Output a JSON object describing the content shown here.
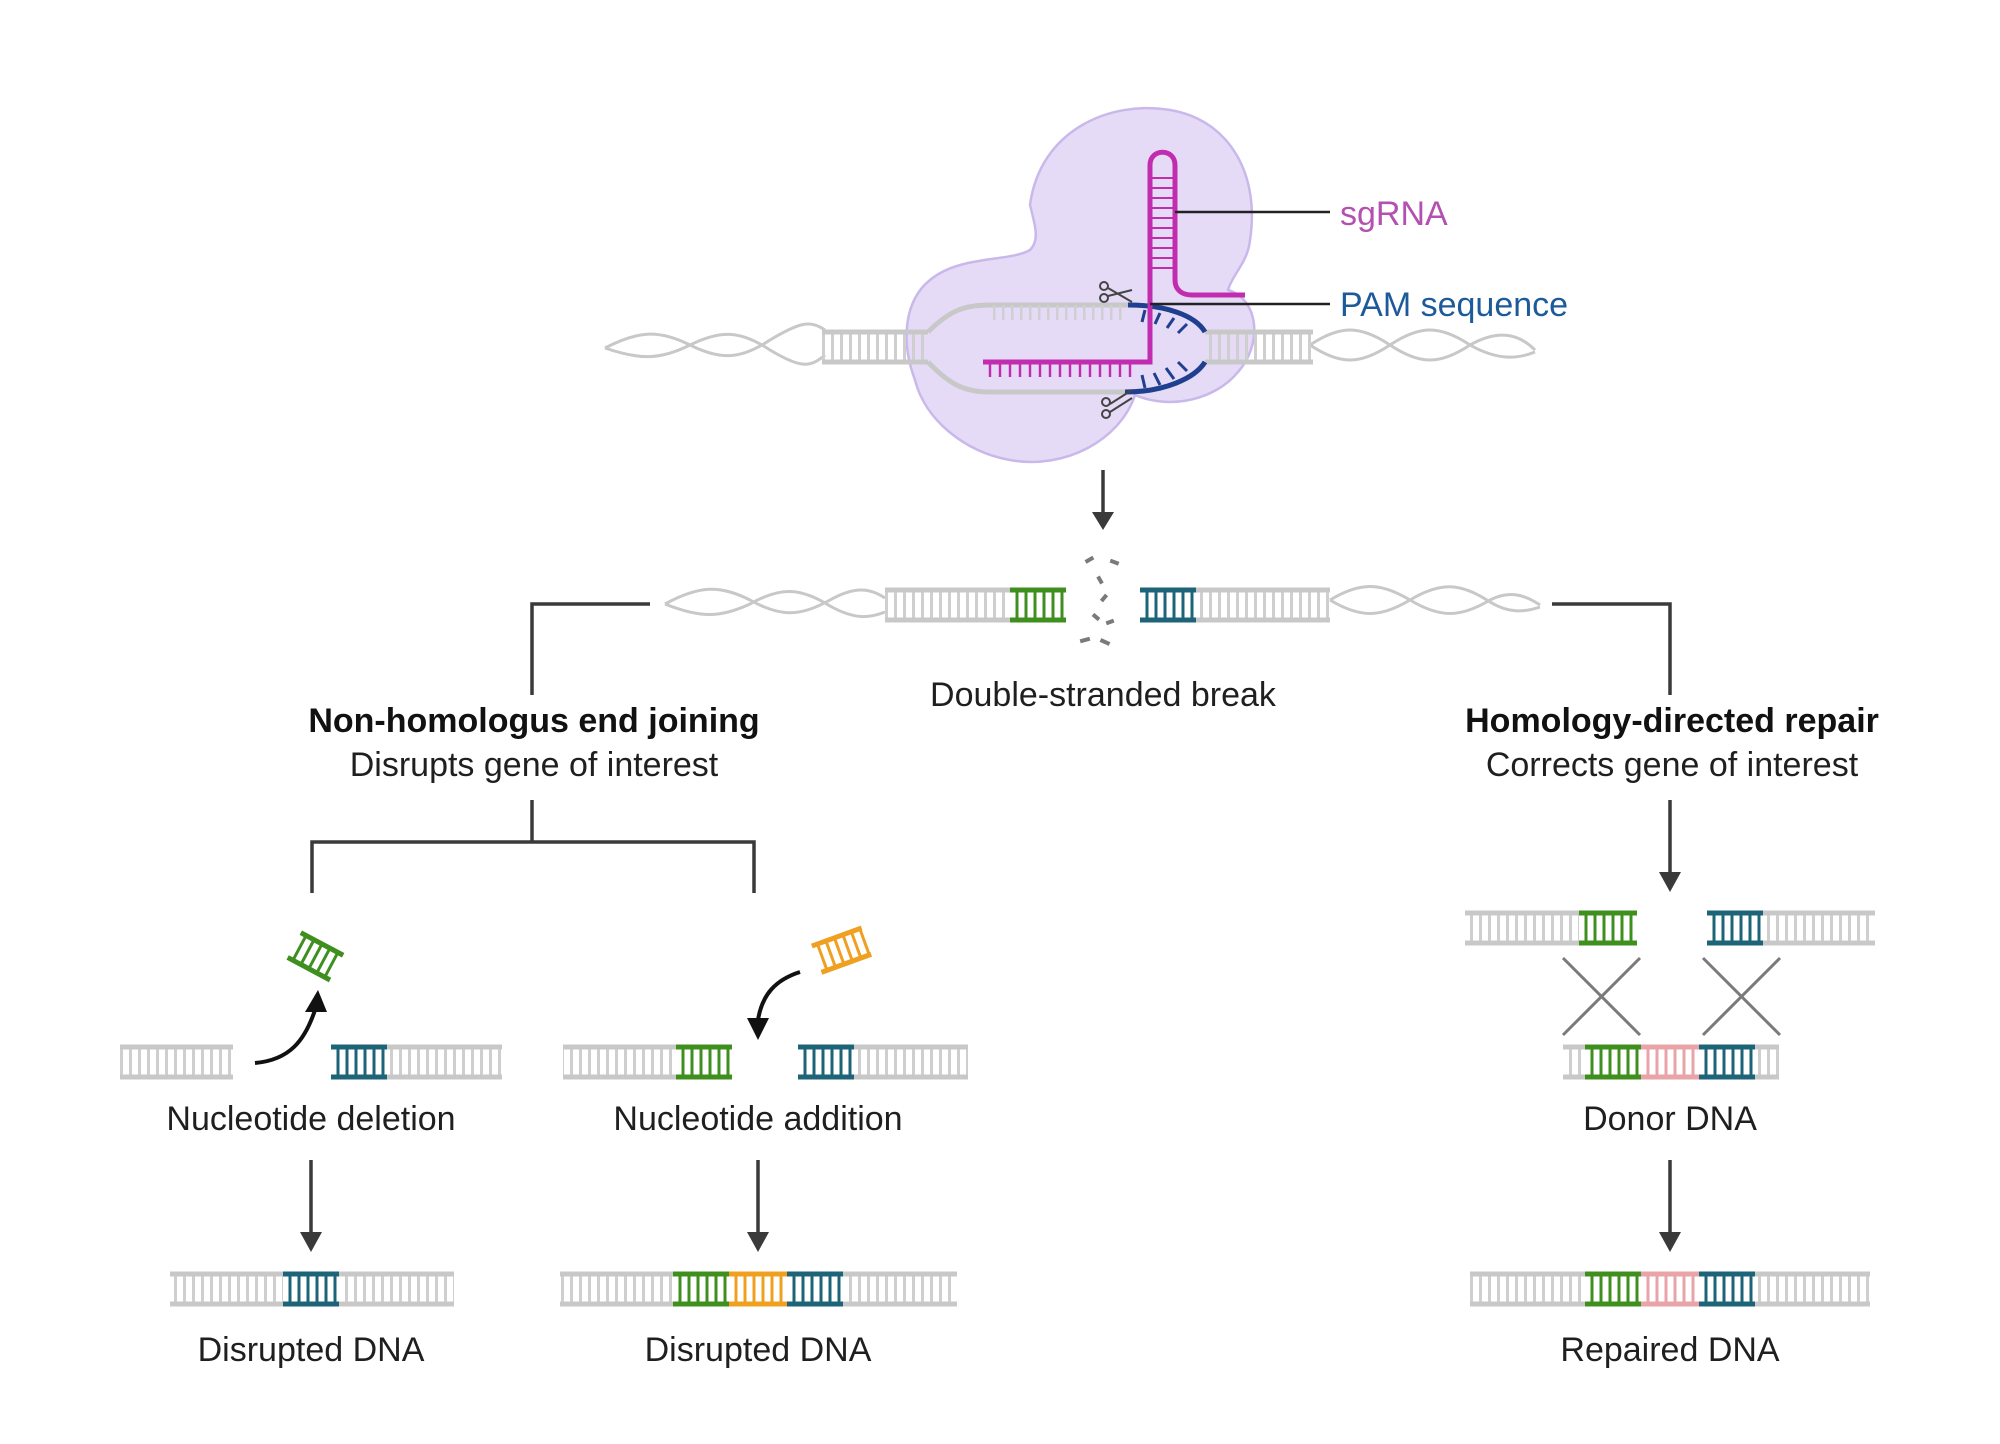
{
  "labels": {
    "sgrna": "sgRNA",
    "pam": "PAM sequence",
    "dsb": "Double-stranded break",
    "nhej_title": "Non-homologus end joining",
    "nhej_sub": "Disrupts gene of interest",
    "hdr_title": "Homology-directed repair",
    "hdr_sub": "Corrects gene of interest",
    "deletion": "Nucleotide deletion",
    "addition": "Nucleotide addition",
    "donor": "Donor DNA",
    "disrupted1": "Disrupted DNA",
    "disrupted2": "Disrupted DNA",
    "repaired": "Repaired DNA"
  },
  "colors": {
    "dna_gray": "#c8c8c8",
    "dna_green": "#3f8f1f",
    "dna_teal": "#1d6478",
    "dna_orange": "#f0a020",
    "dna_pink": "#e8a4a8",
    "sgrna_magenta": "#c22db0",
    "pam_blue": "#1f3f8f",
    "cas9_purple": "#e6dbf7",
    "sgrna_label": "#b350b0",
    "pam_label": "#1d5a9a"
  }
}
